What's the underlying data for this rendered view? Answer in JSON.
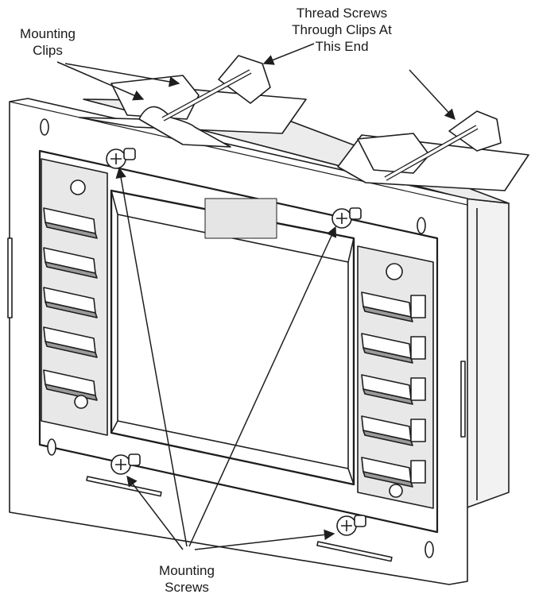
{
  "callouts": {
    "mounting_clips": [
      "Mounting",
      "Clips"
    ],
    "thread_screws": [
      "Thread Screws",
      "Through Clips At",
      "This End"
    ],
    "mounting_screws": [
      "Mounting",
      "Screws"
    ]
  },
  "colors": {
    "line": "#1e1e1e",
    "face": "#ffffff",
    "shade": "#d9d9d9",
    "dark_shade": "#9a9a9a"
  },
  "button_columns": {
    "left_count": 5,
    "right_count": 5
  },
  "icons": [
    "mounting-clip-icon",
    "mounting-screw-icon",
    "keyhole-slot-icon",
    "key-button-icon"
  ]
}
